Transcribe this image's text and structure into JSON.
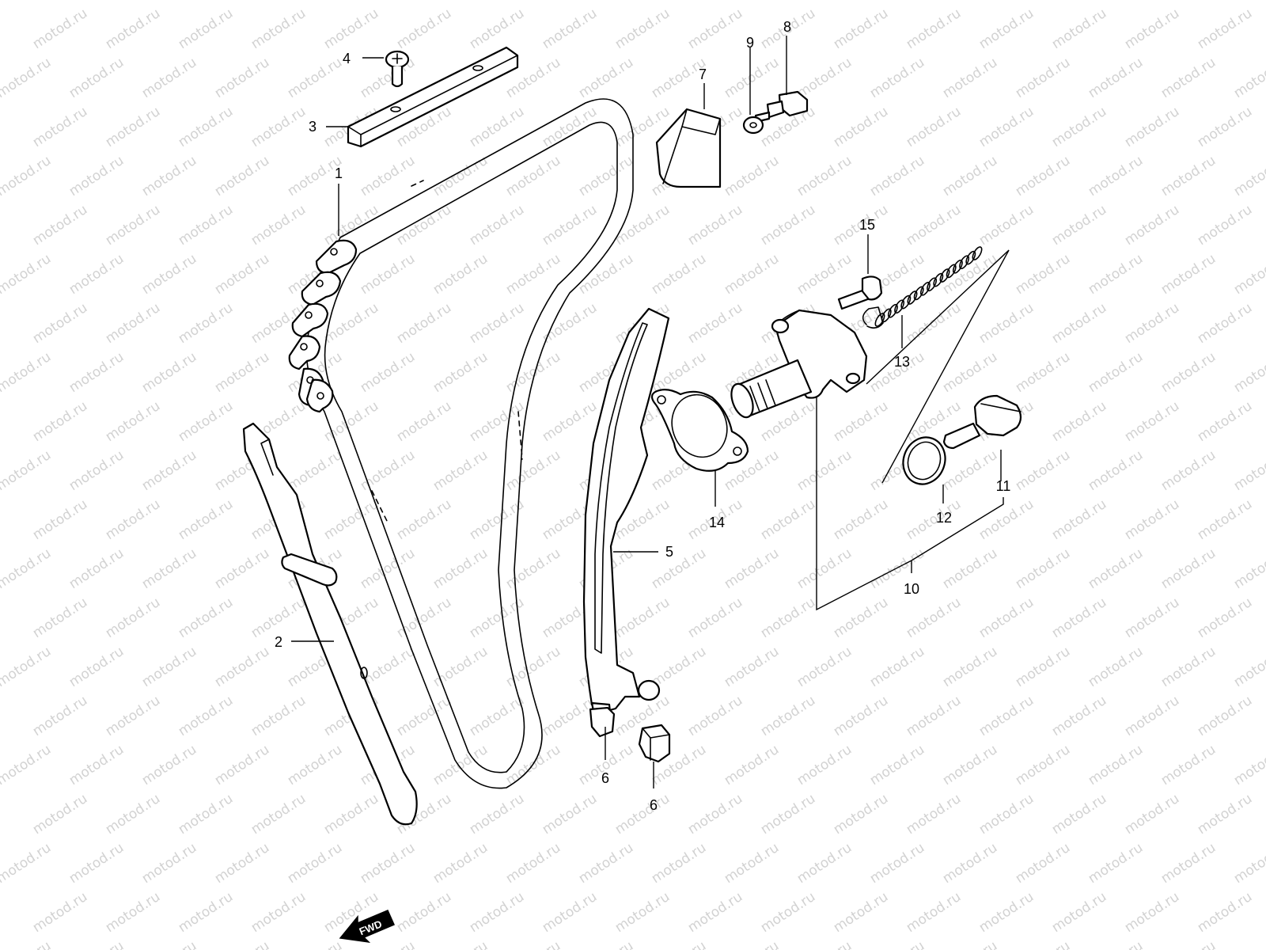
{
  "watermark": "motod.ru",
  "direction_indicator": "FWD",
  "callouts": [
    {
      "id": "c1",
      "label": "1"
    },
    {
      "id": "c2",
      "label": "2"
    },
    {
      "id": "c3",
      "label": "3"
    },
    {
      "id": "c4",
      "label": "4"
    },
    {
      "id": "c5",
      "label": "5"
    },
    {
      "id": "c6a",
      "label": "6"
    },
    {
      "id": "c6b",
      "label": "6"
    },
    {
      "id": "c7",
      "label": "7"
    },
    {
      "id": "c8",
      "label": "8"
    },
    {
      "id": "c9",
      "label": "9"
    },
    {
      "id": "c10",
      "label": "10"
    },
    {
      "id": "c11",
      "label": "11"
    },
    {
      "id": "c12",
      "label": "12"
    },
    {
      "id": "c13",
      "label": "13"
    },
    {
      "id": "c14",
      "label": "14"
    },
    {
      "id": "c15",
      "label": "15"
    }
  ]
}
